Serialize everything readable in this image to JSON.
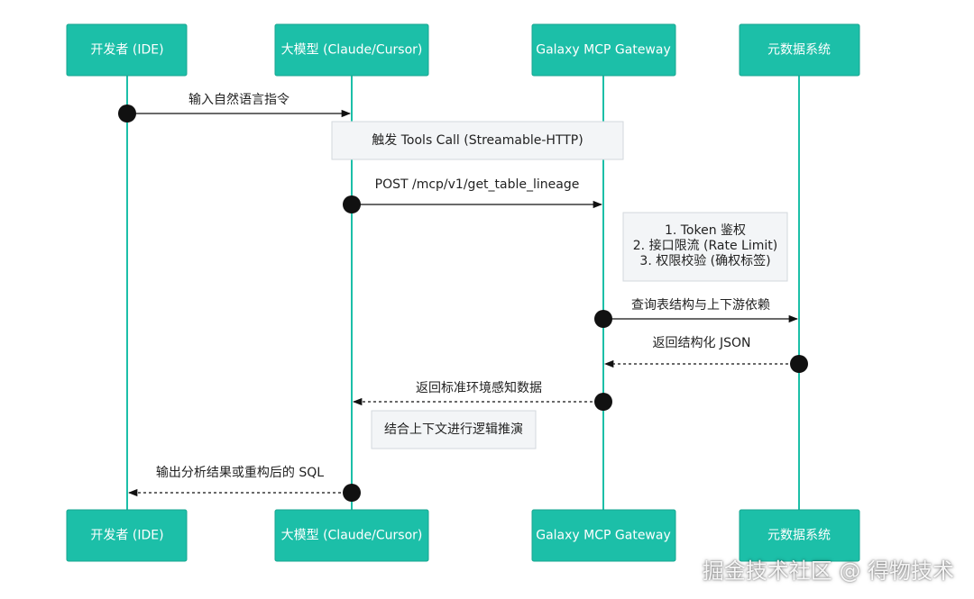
{
  "actors": [
    {
      "id": "dev",
      "label": "开发者 (IDE)"
    },
    {
      "id": "llm",
      "label": "大模型 (Claude/Cursor)"
    },
    {
      "id": "gw",
      "label": "Galaxy MCP Gateway"
    },
    {
      "id": "meta",
      "label": "元数据系统"
    }
  ],
  "messages": [
    {
      "id": "m1",
      "from": "dev",
      "to": "llm",
      "label": "输入自然语言指令",
      "dashed": false
    },
    {
      "id": "m2",
      "from": "llm",
      "to": "gw",
      "label": "POST /mcp/v1/get_table_lineage",
      "dashed": false
    },
    {
      "id": "m3",
      "from": "gw",
      "to": "meta",
      "label": "查询表结构与上下游依赖",
      "dashed": false
    },
    {
      "id": "m4",
      "from": "meta",
      "to": "gw",
      "label": "返回结构化 JSON",
      "dashed": true
    },
    {
      "id": "m5",
      "from": "gw",
      "to": "llm",
      "label": "返回标准环境感知数据",
      "dashed": true
    },
    {
      "id": "m6",
      "from": "llm",
      "to": "dev",
      "label": "输出分析结果或重构后的 SQL",
      "dashed": true
    }
  ],
  "notes": [
    {
      "id": "n1",
      "lines": [
        "触发 Tools Call (Streamable-HTTP)"
      ]
    },
    {
      "id": "n2",
      "lines": [
        "1. Token 鉴权",
        "2. 接口限流 (Rate Limit)",
        "3. 权限校验 (确权标签)"
      ]
    },
    {
      "id": "n3",
      "lines": [
        "结合上下文进行逻辑推演"
      ]
    }
  ],
  "watermark": "掘金技术社区 @ 得物技术"
}
